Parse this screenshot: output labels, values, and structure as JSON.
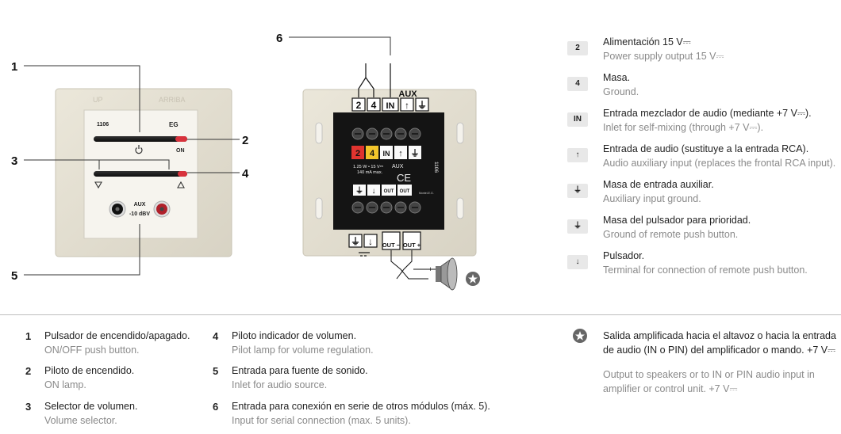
{
  "diagram": {
    "callouts": [
      "1",
      "2",
      "3",
      "4",
      "5",
      "6"
    ],
    "front_plate": {
      "corner_up": "UP",
      "corner_arriba": "ARRIBA",
      "model": "1106",
      "brand": "EG",
      "on_label": "ON",
      "aux_label": "AUX",
      "level_label": "-10 dBV"
    },
    "back_module": {
      "aux_top": "AUX",
      "top_terminals": [
        "2",
        "4",
        "IN",
        "↑",
        "⏚"
      ],
      "inner_labels": [
        "2",
        "4",
        "IN",
        "↑",
        "⏚"
      ],
      "spec_line1": "1.25 W • 15 V⎓",
      "spec_line2": "140 mA max.",
      "aux_inner": "AUX",
      "ce_mark": "CE",
      "side_code": "1106",
      "inner_bottom": [
        "⏚",
        "↓",
        "OUT",
        "OUT"
      ],
      "bottom_terminals": [
        "⏚",
        "↓",
        "OUT −",
        "OUT +"
      ],
      "brand_small": "Montel-E.G."
    }
  },
  "right_legend": [
    {
      "badge": "2",
      "es": "Alimentación 15 V⎓",
      "en": "Power supply output 15 V⎓"
    },
    {
      "badge": "4",
      "es": "Masa.",
      "en": "Ground."
    },
    {
      "badge": "IN",
      "es": "Entrada mezclador de audio (mediante +7 V⎓).",
      "en": "Inlet for self-mixing (through +7 V⎓)."
    },
    {
      "badge": "↑",
      "es": "Entrada de audio (sustituye a la entrada RCA).",
      "en": "Audio auxiliary input (replaces the frontal RCA input)."
    },
    {
      "badge": "⏚",
      "es": "Masa de entrada auxiliar.",
      "en": "Auxiliary input ground."
    },
    {
      "badge": "⏚",
      "es": "Masa del pulsador para prioridad.",
      "en": "Ground of remote push button."
    },
    {
      "badge": "↓",
      "es": "Pulsador.",
      "en": "Terminal for connection of remote push button."
    }
  ],
  "bottom_legend": [
    {
      "num": "1",
      "es": "Pulsador de encendido/apagado.",
      "en": "ON/OFF push button."
    },
    {
      "num": "2",
      "es": "Piloto de encendido.",
      "en": "ON lamp."
    },
    {
      "num": "3",
      "es": "Selector de volumen.",
      "en": "Volume selector."
    },
    {
      "num": "4",
      "es": "Piloto indicador de volumen.",
      "en": "Pilot lamp for volume regulation."
    },
    {
      "num": "5",
      "es": "Entrada para fuente de sonido.",
      "en": "Inlet for audio source."
    },
    {
      "num": "6",
      "es": "Entrada para conexión en serie de otros módulos (máx. 5).",
      "en": "Input for serial connection (max. 5 units)."
    }
  ],
  "amp_note": {
    "es": "Salida amplificada hacia el altavoz o hacia la entrada de audio (IN o PIN) del amplificador o mando. +7 V⎓",
    "en": "Output to speakers or to IN or PIN audio input in amplifier or control unit. +7 V⎓"
  }
}
